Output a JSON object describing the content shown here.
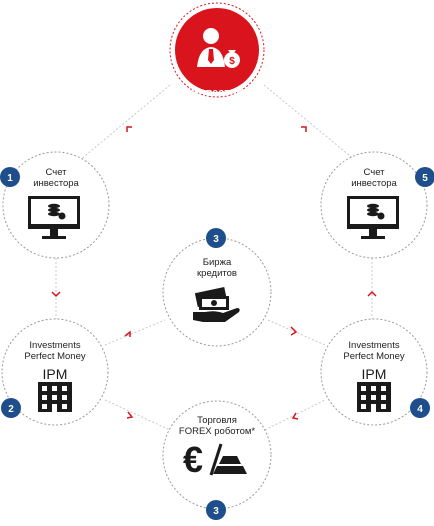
{
  "hub": {
    "label": "Инвестор",
    "icon": "investor-with-money-bag-icon",
    "color": "#d9141c"
  },
  "nodes": [
    {
      "id": "account-left",
      "lines": [
        "Счет",
        "инвестора"
      ],
      "icon": "monitor-coins-icon",
      "badge": "1"
    },
    {
      "id": "pm-left",
      "lines": [
        "Investments",
        "Perfect Money"
      ],
      "icon": "ipm-building-icon",
      "badge": "2"
    },
    {
      "id": "exchange",
      "lines": [
        "Биржа",
        "кредитов"
      ],
      "icon": "money-hand-icon",
      "badge": "3"
    },
    {
      "id": "forex",
      "lines": [
        "Торговля",
        "FOREX роботом*"
      ],
      "icon": "euro-gold-bars-icon",
      "badge": "3"
    },
    {
      "id": "pm-right",
      "lines": [
        "Investments",
        "Perfect Money"
      ],
      "icon": "ipm-building-icon",
      "badge": "4"
    },
    {
      "id": "account-right",
      "lines": [
        "Счет",
        "инвестора"
      ],
      "icon": "monitor-coins-icon",
      "badge": "5"
    }
  ],
  "colors": {
    "badge": "#1f4e8c",
    "arrow": "#d9141c",
    "circle_border": "#999999",
    "icon": "#1a1a1a"
  }
}
